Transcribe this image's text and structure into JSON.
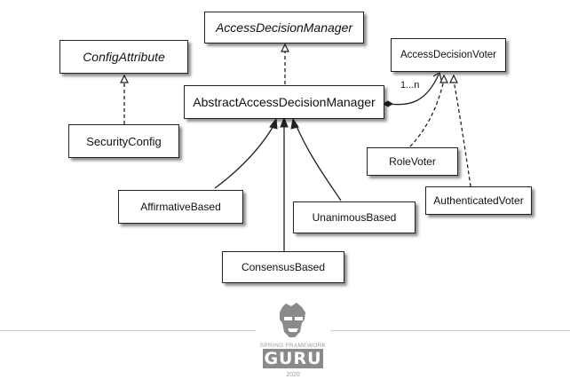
{
  "classes": {
    "access_decision_manager": "AccessDecisionManager",
    "config_attribute": "ConfigAttribute",
    "access_decision_voter": "AccessDecisionVoter",
    "abstract_access_decision_manager": "AbstractAccessDecisionManager",
    "security_config": "SecurityConfig",
    "role_voter": "RoleVoter",
    "authenticated_voter": "AuthenticatedVoter",
    "affirmative_based": "AffirmativeBased",
    "unanimous_based": "UnanimousBased",
    "consensus_based": "ConsensusBased"
  },
  "multiplicity": "1...n",
  "logo": {
    "tagline": "SPRING FRAMEWORK",
    "word": "GURU",
    "year": "2020"
  },
  "colors": {
    "line": "#222222",
    "box_border": "#222222",
    "logo_gray": "#8a8a8a"
  }
}
